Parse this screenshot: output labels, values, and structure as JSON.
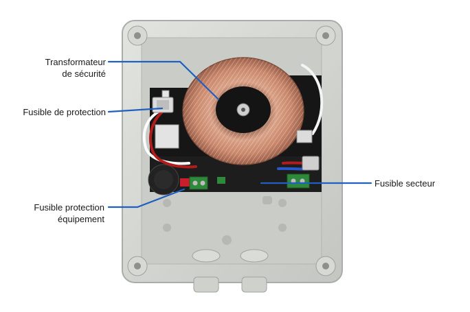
{
  "labels": {
    "transformer_line1": "Transformateur",
    "transformer_line2": "de sécurité",
    "protection_fuse": "Fusible de protection",
    "equipment_fuse_line1": "Fusible protection",
    "equipment_fuse_line2": "équipement",
    "mains_fuse": "Fusible secteur"
  },
  "colors": {
    "leader_line": "#1f5fbf",
    "enclosure": "#d4d6d2",
    "board": "#161616",
    "copper": "#c8876a",
    "terminal_green": "#2e8a3a"
  }
}
